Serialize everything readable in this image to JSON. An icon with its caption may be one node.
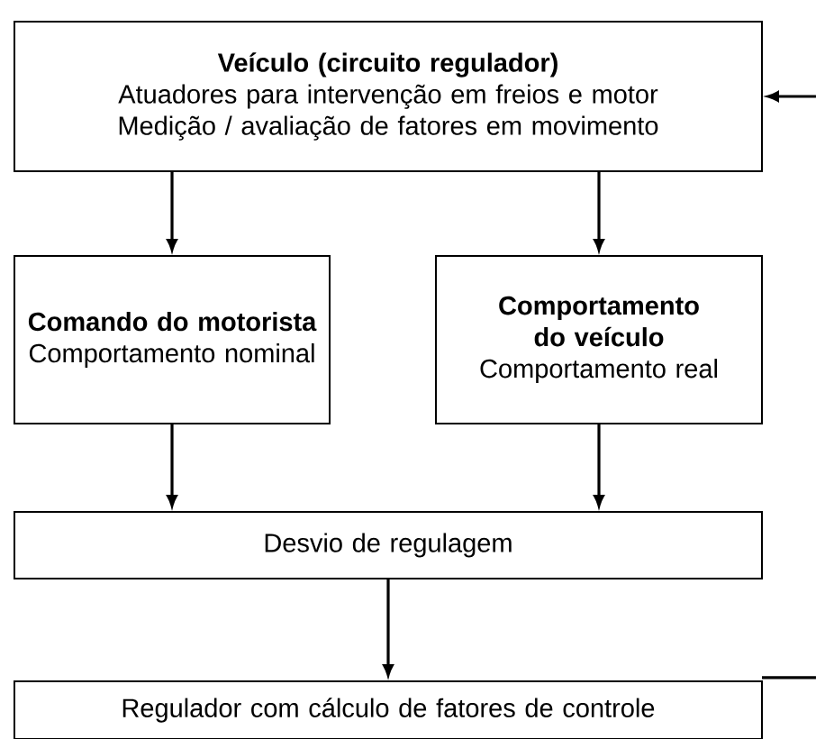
{
  "diagram": {
    "nodes": [
      {
        "text": [
          "Veículo (circuito regulador)",
          "Atuadores para intervenção em freios e motor",
          "Medição / avaliação de fatores em movimento"
        ]
      },
      {
        "text": [
          "Comando do motorista",
          "Comportamento nominal"
        ]
      },
      {
        "text": [
          "Comportamento do veículo",
          "Comportamento real"
        ]
      },
      {
        "text": [
          "Desvio de regulagem"
        ]
      },
      {
        "text": [
          "Regulador com cálculo de fatores de controle"
        ]
      }
    ],
    "edges": [
      {
        "from": null,
        "to": 0,
        "arrow": "to"
      },
      {
        "from": 0,
        "to": 1,
        "arrow": "to"
      },
      {
        "from": 0,
        "to": 2,
        "arrow": "to"
      },
      {
        "from": 1,
        "to": 3,
        "arrow": "to"
      },
      {
        "from": 2,
        "to": 3,
        "arrow": "to"
      },
      {
        "from": 3,
        "to": 4,
        "arrow": "to"
      }
    ]
  }
}
